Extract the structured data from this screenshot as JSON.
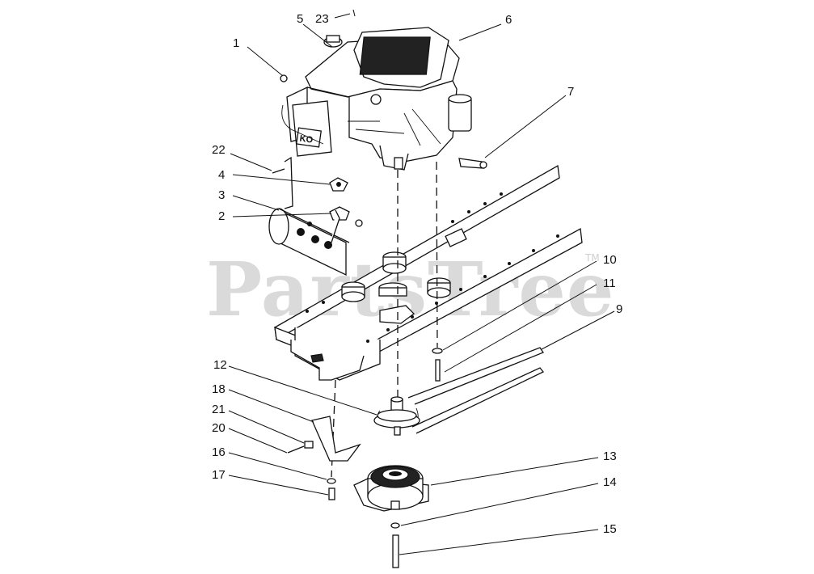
{
  "watermark": {
    "text": "PartsTree",
    "tm": "TM"
  },
  "callouts": {
    "c1": "1",
    "c2": "2",
    "c3": "3",
    "c4": "4",
    "c5": "5",
    "c6": "6",
    "c7": "7",
    "c9": "9",
    "c10": "10",
    "c11": "11",
    "c12": "12",
    "c13": "13",
    "c14": "14",
    "c15": "15",
    "c16": "16",
    "c17": "17",
    "c18": "18",
    "c20": "20",
    "c21": "21",
    "c22": "22",
    "c23": "23"
  },
  "engine_decal": {
    "text": "KO"
  }
}
